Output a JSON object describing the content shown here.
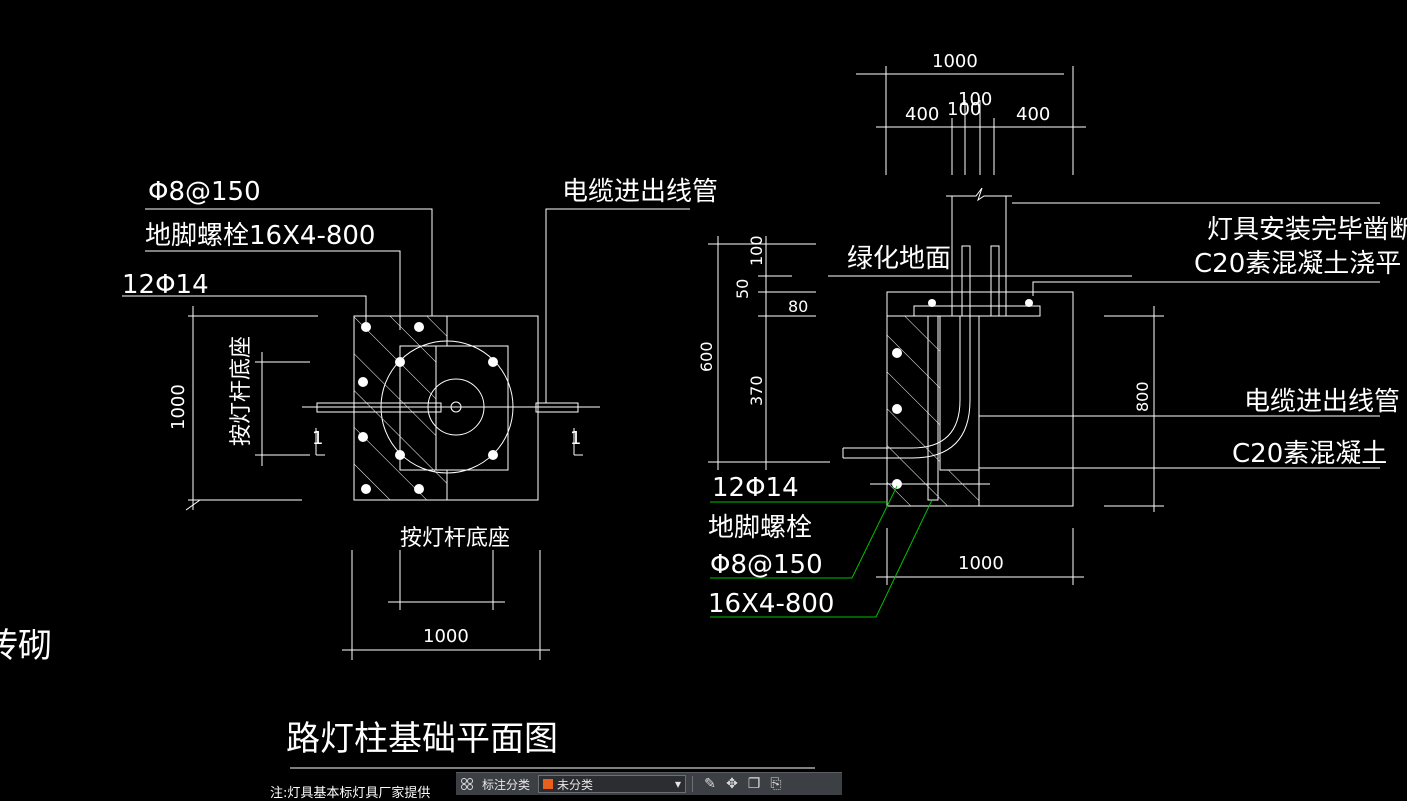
{
  "plan": {
    "label_rebar": "Φ8@150",
    "label_bolt": "地脚螺栓16X4-800",
    "label_main_rebar": "12Φ14",
    "label_cable": "电缆进出线管",
    "label_base_side": "按灯杆底座",
    "label_base_bottom": "按灯杆底座",
    "dim_height": "1000",
    "dim_width": "1000",
    "section_mark_left": "1",
    "section_mark_right": "1",
    "title": "路灯柱基础平面图"
  },
  "section": {
    "dim_top_total": "1000",
    "dim_top_100_a": "100",
    "dim_top_100_b": "100",
    "dim_top_400_left": "400",
    "dim_top_400_right": "400",
    "label_green_ground": "绿化地面",
    "label_pour_line1": "灯具安装完毕凿断",
    "label_pour_line2": "C20素混凝土浇平",
    "dim_100": "100",
    "dim_50": "50",
    "dim_80": "80",
    "dim_600": "600",
    "dim_370": "370",
    "dim_800": "800",
    "label_cable": "电缆进出线管",
    "label_concrete": "C20素混凝土",
    "label_main_rebar": "12Φ14",
    "label_bolt": "地脚螺栓",
    "label_rebar": "Φ8@150",
    "label_bolt_spec": "16X4-800",
    "dim_bottom": "1000"
  },
  "fragment_left": "砖砌",
  "note_partial": "注:灯具基本标灯具厂家提供",
  "toolbar": {
    "category_label": "标注分类",
    "selected_value": "未分类",
    "swatch_color": "#e8601c"
  },
  "colors": {
    "background": "#000000",
    "lines": "#ffffff",
    "leader_green": "#00c000"
  }
}
